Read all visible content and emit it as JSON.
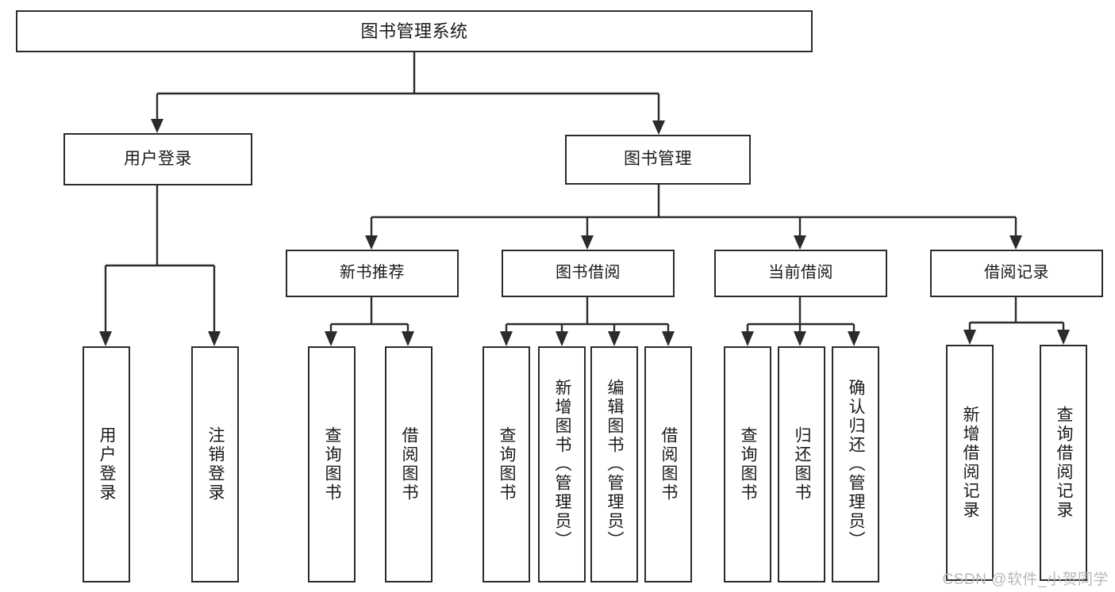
{
  "diagram": {
    "title": "图书管理系统",
    "type": "tree",
    "root": {
      "id": "root",
      "label": "图书管理系统"
    },
    "level1": [
      {
        "id": "user-login",
        "label": "用户登录"
      },
      {
        "id": "book-management",
        "label": "图书管理"
      }
    ],
    "level2": [
      {
        "id": "new-book-recommend",
        "label": "新书推荐",
        "parent": "book-management"
      },
      {
        "id": "book-borrow",
        "label": "图书借阅",
        "parent": "book-management"
      },
      {
        "id": "current-borrow",
        "label": "当前借阅",
        "parent": "book-management"
      },
      {
        "id": "borrow-record",
        "label": "借阅记录",
        "parent": "book-management"
      }
    ],
    "leaves": [
      {
        "id": "leaf-user-login",
        "label": "用户登录",
        "parent": "user-login"
      },
      {
        "id": "leaf-logout-login",
        "label": "注销登录",
        "parent": "user-login"
      },
      {
        "id": "leaf-query-book-1",
        "label": "查询图书",
        "parent": "new-book-recommend"
      },
      {
        "id": "leaf-borrow-book-1",
        "label": "借阅图书",
        "parent": "new-book-recommend"
      },
      {
        "id": "leaf-query-book-2",
        "label": "查询图书",
        "parent": "book-borrow"
      },
      {
        "id": "leaf-add-book",
        "label": "新增图书（管理员）",
        "parent": "book-borrow"
      },
      {
        "id": "leaf-edit-book",
        "label": "编辑图书（管理员）",
        "parent": "book-borrow"
      },
      {
        "id": "leaf-borrow-book-2",
        "label": "借阅图书",
        "parent": "book-borrow"
      },
      {
        "id": "leaf-query-book-3",
        "label": "查询图书",
        "parent": "current-borrow"
      },
      {
        "id": "leaf-return-book",
        "label": "归还图书",
        "parent": "current-borrow"
      },
      {
        "id": "leaf-confirm-return",
        "label": "确认归还（管理员）",
        "parent": "current-borrow"
      },
      {
        "id": "leaf-add-record",
        "label": "新增借阅记录",
        "parent": "borrow-record"
      },
      {
        "id": "leaf-query-record",
        "label": "查询借阅记录",
        "parent": "borrow-record"
      }
    ],
    "colors": {
      "stroke": "#2b2b2b",
      "fill": "#ffffff",
      "text": "#1a1a1a",
      "watermark": "#b9b9b9"
    }
  },
  "watermark": {
    "text": "CSDN @软件_小贺同学"
  }
}
